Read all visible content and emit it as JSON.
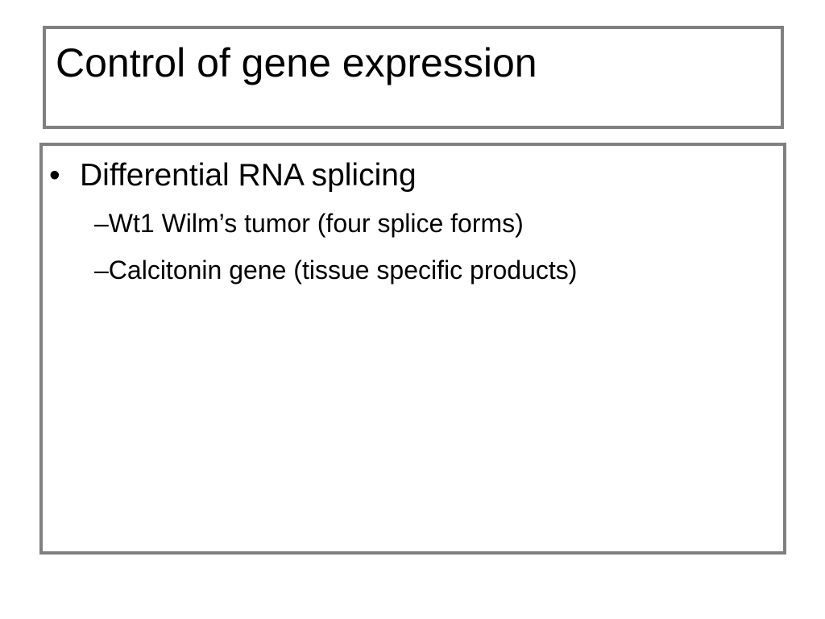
{
  "slide": {
    "title": "Control of gene expression",
    "bullet": {
      "marker": "•",
      "text": "Differential RNA splicing",
      "sub_items": [
        {
          "marker": "–",
          "text": "Wt1 Wilm’s tumor (four splice forms)"
        },
        {
          "marker": "–",
          "text": "Calcitonin gene (tissue specific products)"
        }
      ]
    },
    "colors": {
      "border": "#808080",
      "text": "#000000",
      "background": "#ffffff"
    }
  }
}
